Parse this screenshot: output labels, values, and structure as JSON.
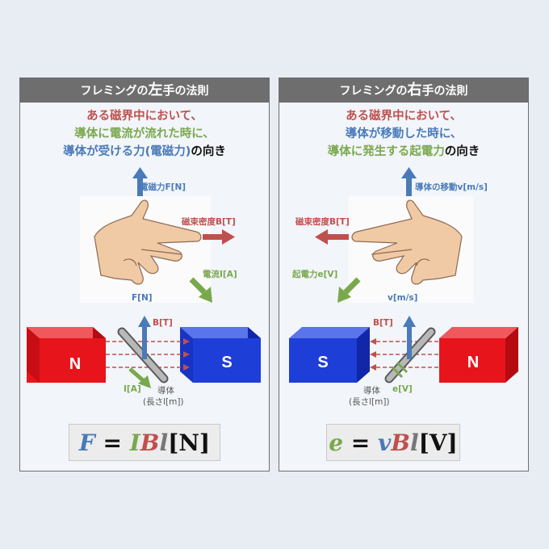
{
  "left": {
    "header": {
      "prefix": "フレミングの",
      "big": "左",
      "mid": "手",
      "suffix": "の法則"
    },
    "description": {
      "line1": "ある磁界中において、",
      "line2": "導体に電流が流れた時に、",
      "line3_main": "導体が受ける力(電磁力)",
      "line3_tail": "の向き"
    },
    "labels": {
      "force_top": "電磁力F[N]",
      "flux": "磁束密度B[T]",
      "current_hand": "電流I[A]",
      "force_small": "F[N]",
      "flux_small": "B[T]",
      "current_small": "I[A]",
      "conductor": "導体",
      "length": "(長さl[m])",
      "magnet_n": "N",
      "magnet_s": "S"
    },
    "formula": {
      "F": "F",
      "eq": "=",
      "I": "I",
      "B": "B",
      "l": "l",
      "unit": "[N]"
    }
  },
  "right": {
    "header": {
      "prefix": "フレミングの",
      "big": "右",
      "mid": "手",
      "suffix": "の法則"
    },
    "description": {
      "line1": "ある磁界中において、",
      "line2": "導体が移動した時に、",
      "line3_main": "導体に発生する起電力",
      "line3_tail": "の向き"
    },
    "labels": {
      "motion_top": "導体の移動v[m/s]",
      "flux": "磁束密度B[T]",
      "emf_hand": "起電力e[V]",
      "motion_small": "v[m/s]",
      "flux_small": "B[T]",
      "emf_small": "e[V]",
      "conductor": "導体",
      "length": "(長さl[m])",
      "magnet_s": "S",
      "magnet_n": "N"
    },
    "formula": {
      "e": "e",
      "eq": "=",
      "v": "v",
      "B": "B",
      "l": "l",
      "unit": "[V]"
    }
  },
  "colors": {
    "red": "#c0504d",
    "green": "#7aa84d",
    "blue": "#4a7ab8",
    "magnet_red": "#e8141c",
    "magnet_blue": "#1e3ed8"
  }
}
